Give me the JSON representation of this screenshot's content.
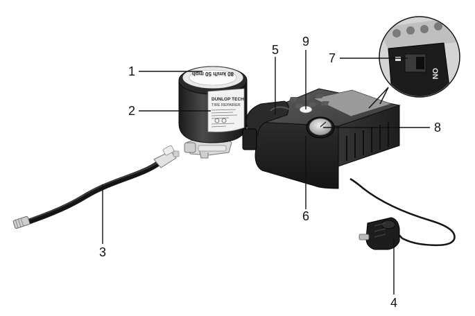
{
  "callouts": [
    {
      "id": "1",
      "label": "1"
    },
    {
      "id": "2",
      "label": "2"
    },
    {
      "id": "3",
      "label": "3"
    },
    {
      "id": "4",
      "label": "4"
    },
    {
      "id": "5",
      "label": "5"
    },
    {
      "id": "6",
      "label": "6"
    },
    {
      "id": "7",
      "label": "7"
    },
    {
      "id": "8",
      "label": "8"
    },
    {
      "id": "9",
      "label": "9"
    }
  ],
  "bottle_label": {
    "line1": "DUNLOP TECH",
    "line2": "TIRE REPAIRER",
    "cap_text": "80 km/h 50 mph"
  },
  "switch_label": "ON"
}
